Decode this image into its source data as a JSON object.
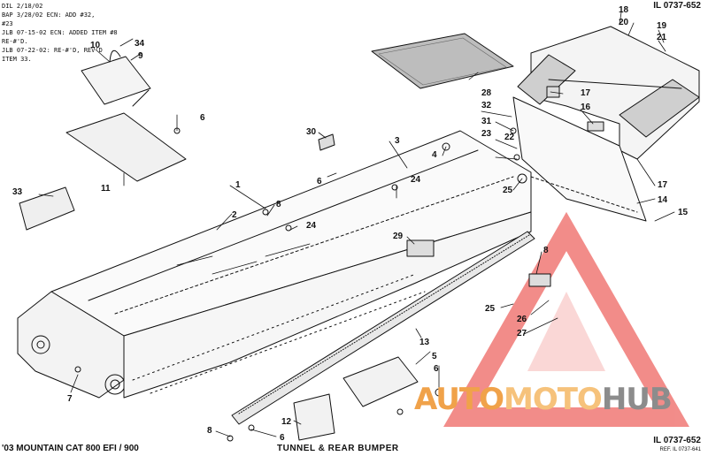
{
  "header": {
    "revision_notes": [
      "DIL 2/18/02",
      "BAP 3/28/02 ECN: ADD #32,",
      "#23",
      "JLB 07-15-02 ECN: ADDED ITEM #8",
      "RE-#'D.",
      "JLB 07-22-02: RE-#'D, REV'D",
      "ITEM 33."
    ],
    "code_top": "IL 0737-652"
  },
  "footer": {
    "model": "'03 MOUNTAIN CAT 800 EFI / 900",
    "section_title": "TUNNEL & REAR BUMPER",
    "code": "IL 0737-652",
    "reference": "REF. IL 0737-641"
  },
  "callouts": [
    {
      "id": "c18",
      "label": "18"
    },
    {
      "id": "c20",
      "label": "20"
    },
    {
      "id": "c19",
      "label": "19"
    },
    {
      "id": "c21",
      "label": "21"
    },
    {
      "id": "c10",
      "label": "10"
    },
    {
      "id": "c34",
      "label": "34"
    },
    {
      "id": "c9",
      "label": "9"
    },
    {
      "id": "c6a",
      "label": "6"
    },
    {
      "id": "c11",
      "label": "11"
    },
    {
      "id": "c33",
      "label": "33"
    },
    {
      "id": "c28",
      "label": "28"
    },
    {
      "id": "c32",
      "label": "32"
    },
    {
      "id": "c31",
      "label": "31"
    },
    {
      "id": "c22",
      "label": "22"
    },
    {
      "id": "c23",
      "label": "23"
    },
    {
      "id": "c17a",
      "label": "17"
    },
    {
      "id": "c16",
      "label": "16"
    },
    {
      "id": "c30",
      "label": "30"
    },
    {
      "id": "c3",
      "label": "3"
    },
    {
      "id": "c4",
      "label": "4"
    },
    {
      "id": "c1",
      "label": "1"
    },
    {
      "id": "c6b",
      "label": "6"
    },
    {
      "id": "c24a",
      "label": "24"
    },
    {
      "id": "c25a",
      "label": "25"
    },
    {
      "id": "c17b",
      "label": "17"
    },
    {
      "id": "c14",
      "label": "14"
    },
    {
      "id": "c15",
      "label": "15"
    },
    {
      "id": "c2",
      "label": "2"
    },
    {
      "id": "c8a",
      "label": "8"
    },
    {
      "id": "c24b",
      "label": "24"
    },
    {
      "id": "c29",
      "label": "29"
    },
    {
      "id": "c8b",
      "label": "8"
    },
    {
      "id": "c25b",
      "label": "25"
    },
    {
      "id": "c26",
      "label": "26"
    },
    {
      "id": "c27",
      "label": "27"
    },
    {
      "id": "c13",
      "label": "13"
    },
    {
      "id": "c7",
      "label": "7"
    },
    {
      "id": "c5",
      "label": "5"
    },
    {
      "id": "c6c",
      "label": "6"
    },
    {
      "id": "c12",
      "label": "12"
    },
    {
      "id": "c8c",
      "label": "8"
    },
    {
      "id": "c6d",
      "label": "6"
    }
  ],
  "watermark": {
    "part1": "AUTO",
    "part2": "MOTO",
    "part3": "HUB",
    "colors": {
      "orange": "#f0a24a",
      "light_orange": "#f6c27b",
      "gray": "#8c8c8c",
      "red": "#e8302a"
    }
  }
}
